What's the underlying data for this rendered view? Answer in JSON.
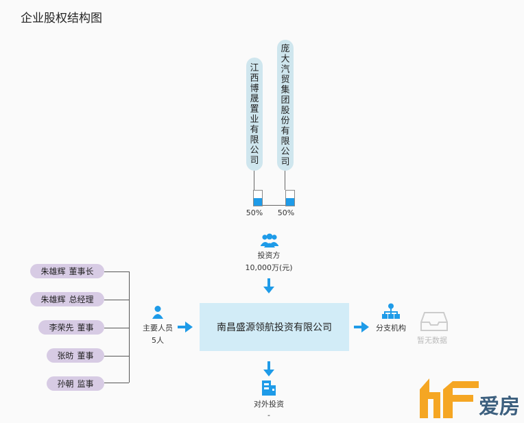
{
  "page_title": "企业股权结构图",
  "shareholders": [
    {
      "name_chars": [
        "江",
        "西",
        "博",
        "晟",
        "置",
        "业",
        "有",
        "限",
        "公",
        "司"
      ],
      "percent_label": "50%",
      "percent": 50
    },
    {
      "name_chars": [
        "庞",
        "大",
        "汽",
        "贸",
        "集",
        "团",
        "股",
        "份",
        "有",
        "限",
        "公",
        "司"
      ],
      "percent_label": "50%",
      "percent": 50
    }
  ],
  "investor": {
    "label": "投资方",
    "capital": "10,000万(元)"
  },
  "company": {
    "name": "南昌盛源领航投资有限公司"
  },
  "key_personnel": {
    "label": "主要人员",
    "count": "5人",
    "people": [
      {
        "name": "朱雄辉",
        "role": "董事长"
      },
      {
        "name": "朱雄辉",
        "role": "总经理"
      },
      {
        "name": "李荣先",
        "role": "董事"
      },
      {
        "name": "张昉",
        "role": "董事"
      },
      {
        "name": "孙朝",
        "role": "监事"
      }
    ]
  },
  "branches": {
    "label": "分支机构",
    "empty_text": "暂无数据"
  },
  "outbound_investment": {
    "label": "对外投资",
    "value": "-"
  },
  "watermark": {
    "text": "爱房",
    "letters": "NF"
  },
  "colors": {
    "accent_blue": "#1e9be8",
    "company_box": "#d2ecf7",
    "shareholder_pill": "#cfe6ee",
    "person_pill": "#d7cbe4",
    "logo_orange": "#f5a623",
    "logo_blue": "#3c5f7e"
  },
  "icons": {
    "investor": "people-group-icon",
    "personnel": "person-icon",
    "branches": "org-tree-icon",
    "empty": "empty-tray-icon",
    "outbound": "building-icon"
  }
}
